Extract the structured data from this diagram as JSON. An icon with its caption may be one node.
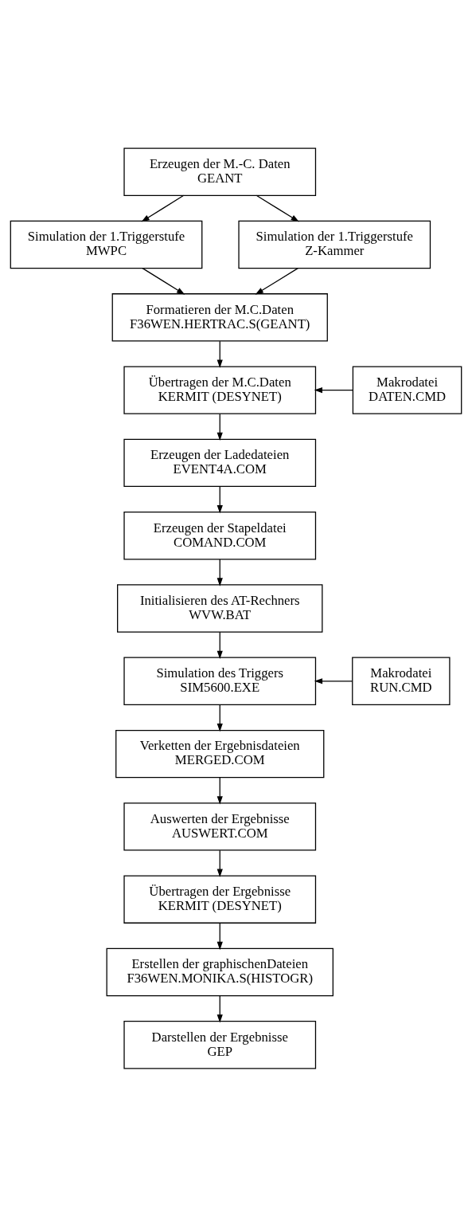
{
  "diagram": {
    "nodes": [
      {
        "text": [
          "Erzeugen der M.-C. Daten",
          "GEANT"
        ]
      },
      {
        "text": [
          "Simulation der 1.Triggerstufe",
          "MWPC"
        ]
      },
      {
        "text": [
          "Simulation der 1.Triggerstufe",
          "Z-Kammer"
        ]
      },
      {
        "text": [
          "Formatieren der M.C.Daten",
          "F36WEN.HERTRAC.S(GEANT)"
        ]
      },
      {
        "text": [
          "Übertragen der M.C.Daten",
          "KERMIT (DESYNET)"
        ]
      },
      {
        "text": [
          "Makrodatei",
          "DATEN.CMD"
        ]
      },
      {
        "text": [
          "Erzeugen der Ladedateien",
          "EVENT4A.COM"
        ]
      },
      {
        "text": [
          "Erzeugen der Stapeldatei",
          "COMAND.COM"
        ]
      },
      {
        "text": [
          "Initialisieren des AT-Rechners",
          "WVW.BAT"
        ]
      },
      {
        "text": [
          "Simulation des Triggers",
          "SIM5600.EXE"
        ]
      },
      {
        "text": [
          "Makrodatei",
          "RUN.CMD"
        ]
      },
      {
        "text": [
          "Verketten der Ergebnisdateien",
          "MERGED.COM"
        ]
      },
      {
        "text": [
          "Auswerten der Ergebnisse",
          "AUSWERT.COM"
        ]
      },
      {
        "text": [
          "Übertragen der Ergebnisse",
          "KERMIT (DESYNET)"
        ]
      },
      {
        "text": [
          "Erstellen der graphischenDateien",
          "F36WEN.MONIKA.S(HISTOGR)"
        ]
      },
      {
        "text": [
          "Darstellen der Ergebnisse",
          "GEP"
        ]
      }
    ],
    "edges": [
      {
        "from": 0,
        "to": 1,
        "arrow": "to"
      },
      {
        "from": 0,
        "to": 2,
        "arrow": "to"
      },
      {
        "from": 1,
        "to": 3,
        "arrow": "to"
      },
      {
        "from": 2,
        "to": 3,
        "arrow": "to"
      },
      {
        "from": 3,
        "to": 4,
        "arrow": "to"
      },
      {
        "from": 5,
        "to": 4,
        "arrow": "to"
      },
      {
        "from": 4,
        "to": 6,
        "arrow": "to"
      },
      {
        "from": 6,
        "to": 7,
        "arrow": "to"
      },
      {
        "from": 7,
        "to": 8,
        "arrow": "to"
      },
      {
        "from": 8,
        "to": 9,
        "arrow": "to"
      },
      {
        "from": 10,
        "to": 9,
        "arrow": "to"
      },
      {
        "from": 9,
        "to": 11,
        "arrow": "to"
      },
      {
        "from": 11,
        "to": 12,
        "arrow": "to"
      },
      {
        "from": 12,
        "to": 13,
        "arrow": "to"
      },
      {
        "from": 13,
        "to": 14,
        "arrow": "to"
      },
      {
        "from": 14,
        "to": 15,
        "arrow": "to"
      }
    ]
  }
}
